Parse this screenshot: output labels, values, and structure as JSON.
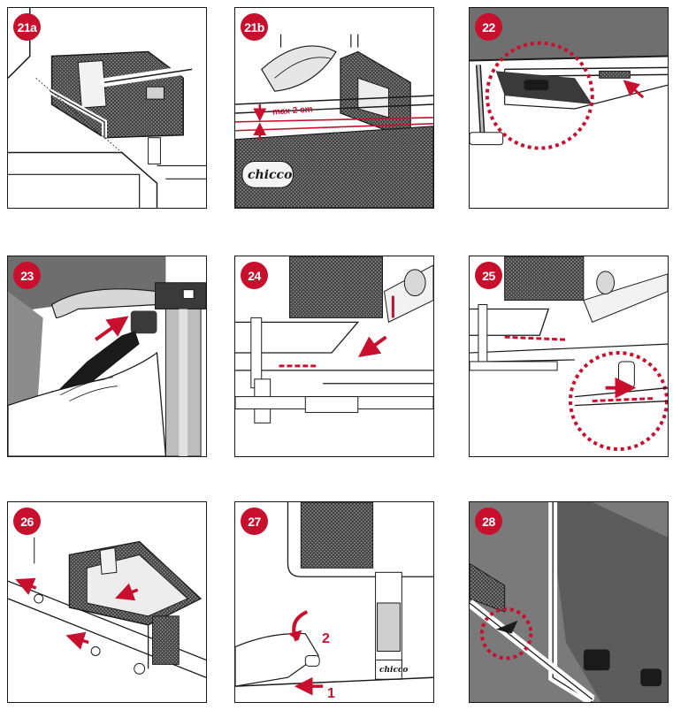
{
  "manual": {
    "steps": [
      {
        "id": "21a"
      },
      {
        "id": "21b",
        "measure_label": "max 2 cm",
        "brand": "chicco"
      },
      {
        "id": "22"
      },
      {
        "id": "23"
      },
      {
        "id": "24"
      },
      {
        "id": "25"
      },
      {
        "id": "26"
      },
      {
        "id": "27",
        "arrow_1": "1",
        "arrow_2": "2",
        "brand": "chicco"
      },
      {
        "id": "28"
      }
    ]
  },
  "colors": {
    "accent": "#c8102e",
    "line": "#1a1a1a",
    "mesh": "#555555",
    "fabric": "#7a7a7a"
  },
  "icons": [
    "step-badge",
    "push-arrow",
    "rotate-arrow",
    "detail-zoom-circle"
  ]
}
